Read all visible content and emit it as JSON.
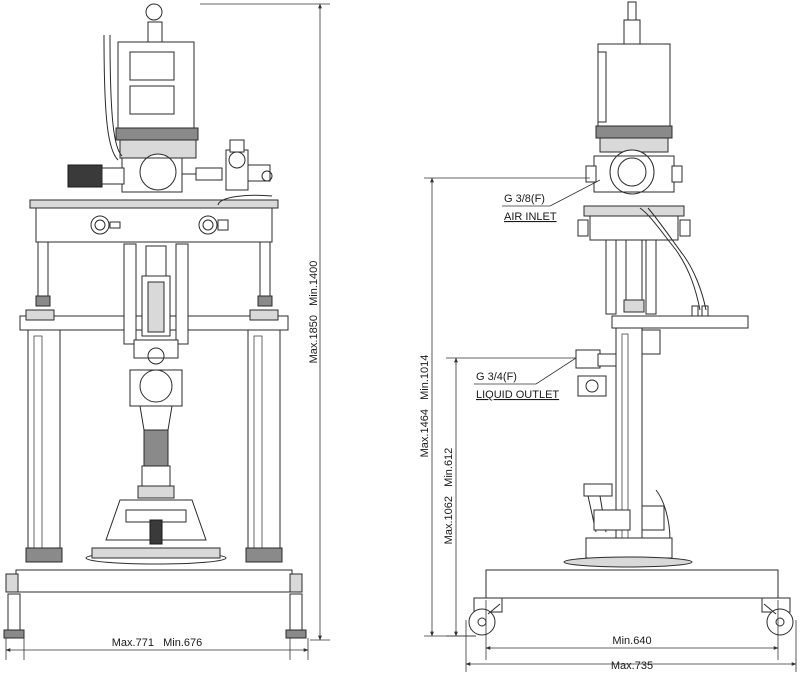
{
  "front_view": {
    "width_dimension": "Max.771   Min.676",
    "height_dimension": "Max.1850   Min.1400"
  },
  "side_view": {
    "air_inlet_size": "G 3/8(F)",
    "air_inlet_label": "AIR INLET",
    "liquid_outlet_size": "G 3/4(F)",
    "liquid_outlet_label": "LIQUID OUTLET",
    "height_total": "Max.1464   Min.1014",
    "height_outlet": "Max.1062   Min.612",
    "base_inner_width": "Min.640",
    "base_outer_width": "Max.735"
  }
}
